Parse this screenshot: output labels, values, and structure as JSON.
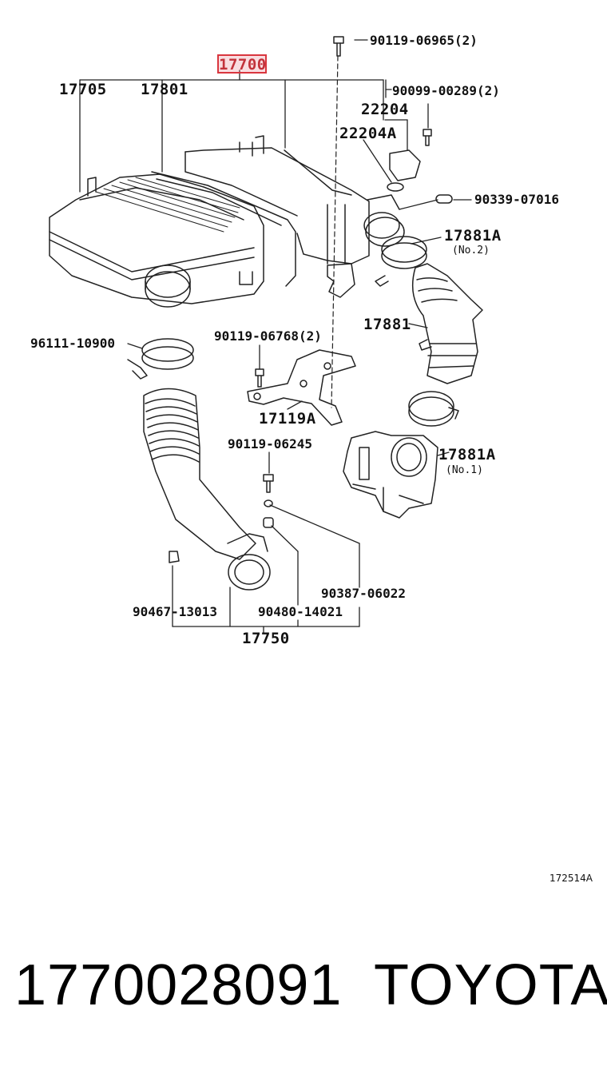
{
  "diagram": {
    "labels": {
      "p17700": "17700",
      "p17705": "17705",
      "p17801": "17801",
      "p90119_06965": "90119-06965(2)",
      "p90099_00289": "90099-00289(2)",
      "p22204": "22204",
      "p22204A": "22204A",
      "p90339_07016": "90339-07016",
      "p17881A_top": "17881A",
      "no2": "(No.2)",
      "p17881": "17881",
      "p96111_10900": "96111-10900",
      "p90119_06768": "90119-06768(2)",
      "p17119A": "17119A",
      "p90119_06245": "90119-06245",
      "p17881A_bot": "17881A",
      "no1": "(No.1)",
      "p90387_06022": "90387-06022",
      "p90467_13013": "90467-13013",
      "p90480_14021": "90480-14021",
      "p17750": "17750"
    },
    "highlighted_part": "17700",
    "highlight_color": "#d9363e",
    "reference_code": "172514A"
  },
  "footer": {
    "part_number": "1770028091",
    "brand": "TOYOTA"
  }
}
